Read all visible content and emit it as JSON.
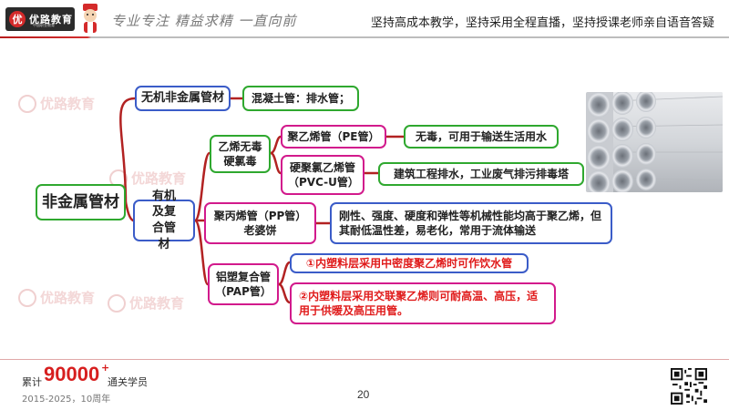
{
  "header": {
    "logo_text": "优路教育",
    "logo_mark": "优",
    "logo_sub": "中国职业教育",
    "slogan": "专业专注 精益求精 一直向前",
    "motto": "坚持高成本教学，坚持采用全程直播，坚持授课老师亲自语音答疑"
  },
  "watermark": {
    "text": "优路教育"
  },
  "mindmap": {
    "root": "非金属管材",
    "branch_inorganic": {
      "label": "无机非金属管材",
      "detail": "混凝土管：排水管；"
    },
    "branch_organic": {
      "label": "有机及复合管材",
      "groups": {
        "vinyl": {
          "label": "乙烯无毒硬氯毒",
          "items": [
            {
              "label": "聚乙烯管（PE管）",
              "detail": "无毒，可用于输送生活用水"
            },
            {
              "label": "硬聚氯乙烯管（PVC-U管）",
              "detail": "建筑工程排水，工业废气排污排毒塔"
            }
          ]
        },
        "pp": {
          "label": "聚丙烯管（PP管）老婆饼",
          "detail": "刚性、强度、硬度和弹性等机械性能均高于聚乙烯，但其耐低温性差，易老化，常用于流体输送"
        },
        "pap": {
          "label": "铝塑复合管（PAP管）",
          "details": [
            "①内塑料层采用中密度聚乙烯时可作饮水管",
            "②内塑料层采用交联聚乙烯则可耐高温、高压，适用于供暖及高压用管。"
          ]
        }
      }
    }
  },
  "footer": {
    "prefix": "累计",
    "count": "90000",
    "plus": "+",
    "suffix": "通关学员",
    "years": "2015-2025，10周年",
    "page_number": "20"
  },
  "colors": {
    "brand_red": "#d71f1f",
    "node_green": "#2fa82f",
    "node_blue": "#3b5cc8",
    "node_magenta": "#d21a8c",
    "link_red": "#b22222"
  }
}
